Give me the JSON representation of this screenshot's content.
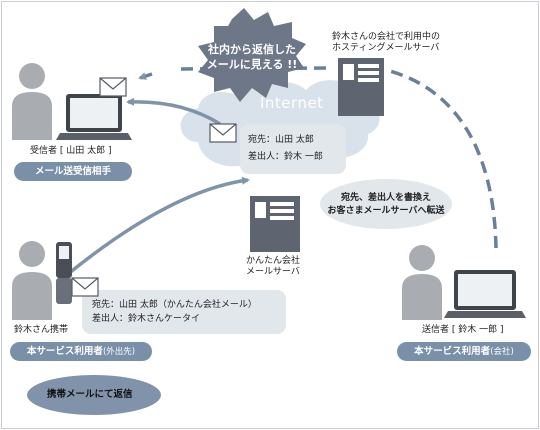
{
  "burst": {
    "line1": "社内から返信した",
    "line2": "メールに見える !!"
  },
  "internet_label": "Internet",
  "hosting_server": {
    "line1": "鈴木さんの会社で利用中の",
    "line2": "ホスティングメールサーバ"
  },
  "receiver": {
    "caption": "受信者 [ 山田 太郎 ]",
    "pill": "メール送受信相手"
  },
  "center_mail": {
    "to": "宛先：山田 太郎",
    "from": "差出人：鈴木 一郎"
  },
  "rewrite_note": {
    "line1": "宛先、差出人を書換え",
    "line2": "お客さまメールサーバへ転送"
  },
  "kantan_server": {
    "line1": "かんたん会社",
    "line2": "メールサーバ"
  },
  "mobile_mail": {
    "to": "宛先：山田 太郎（かんたん会社メール）",
    "from": "差出人：鈴木さんケータイ"
  },
  "mobile_user": {
    "caption": "鈴木さん携帯",
    "pill_main": "本サービス利用者",
    "pill_sub": "(外出先)"
  },
  "reply_note": "携帯メールにて返信",
  "sender": {
    "caption": "送信者 [ 鈴木 一郎 ]",
    "pill_main": "本サービス利用者",
    "pill_sub": "(会社)"
  },
  "colors": {
    "person": "#a9adb2",
    "bubble": "#e2e7ec",
    "cloud": "#d9e2ea",
    "arrow": "#7f93ab",
    "dashed": "#6a7f99",
    "burst": "#6d7787",
    "pill": "#7a8fa8"
  }
}
